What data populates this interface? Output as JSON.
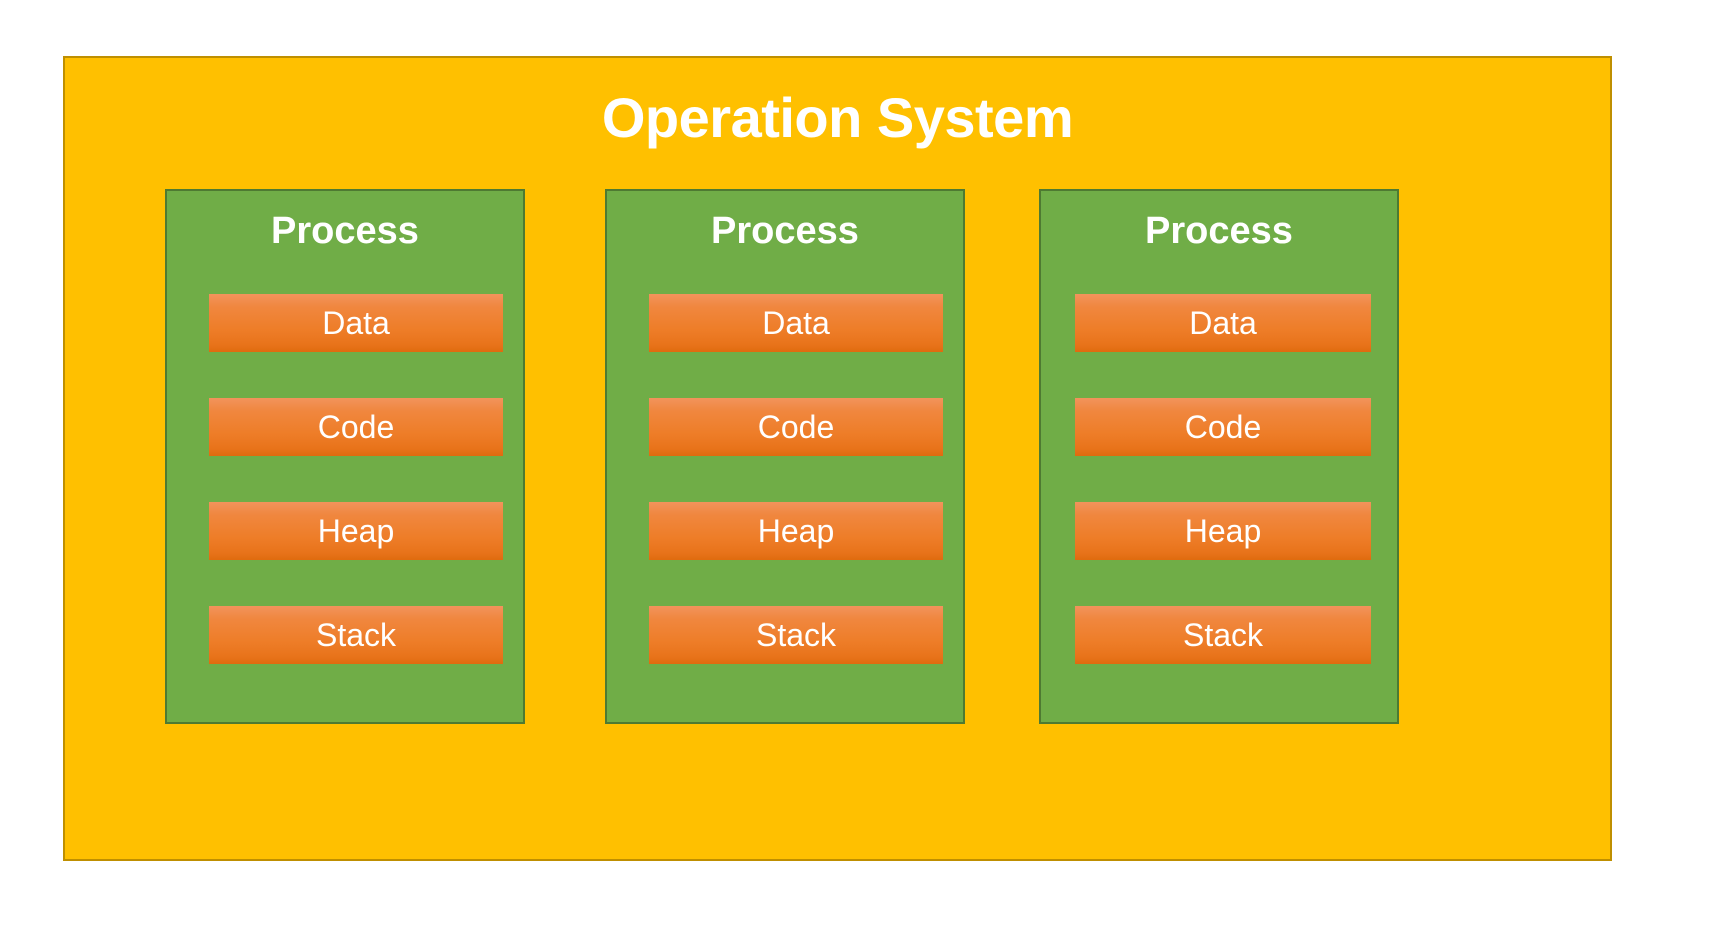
{
  "diagram": {
    "type": "nested-block-diagram",
    "title": "Operation System",
    "colors": {
      "os_fill": "#FFC000",
      "os_border": "#BF8F00",
      "process_fill": "#70AD47",
      "process_border": "#4E7A32",
      "segment_gradient_top": "#F2945C",
      "segment_gradient_bottom": "#DF6B0E",
      "text": "#FFFFFF",
      "page_background": "#FFFFFF"
    },
    "processes": [
      {
        "title": "Process",
        "segments": [
          {
            "label": "Data"
          },
          {
            "label": "Code"
          },
          {
            "label": "Heap"
          },
          {
            "label": "Stack"
          }
        ]
      },
      {
        "title": "Process",
        "segments": [
          {
            "label": "Data"
          },
          {
            "label": "Code"
          },
          {
            "label": "Heap"
          },
          {
            "label": "Stack"
          }
        ]
      },
      {
        "title": "Process",
        "segments": [
          {
            "label": "Data"
          },
          {
            "label": "Code"
          },
          {
            "label": "Heap"
          },
          {
            "label": "Stack"
          }
        ]
      }
    ]
  }
}
